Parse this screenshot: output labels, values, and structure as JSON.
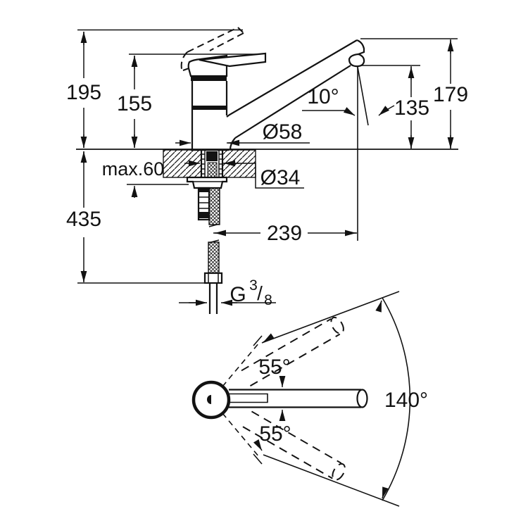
{
  "style": {
    "ink": "#121212",
    "paper": "#ffffff"
  },
  "side_view": {
    "title": "faucet side elevation with installation dimensions",
    "dims": {
      "lever_raised_height": "195",
      "body_top_height": "155",
      "max_deck_thickness": "max.60",
      "under_deck_length": "435",
      "spout_tilt": "10°",
      "outlet_height": "135",
      "spout_tip_height": "179",
      "base_diameter": "Ø58",
      "shank_diameter": "Ø34",
      "spout_reach": "239",
      "thread_g": "G",
      "thread_num": "3",
      "thread_slash": "/",
      "thread_den": "8"
    }
  },
  "top_view": {
    "title": "swivel range plan view",
    "swivel_upper": "55°",
    "swivel_lower": "55°",
    "swivel_total": "140°"
  }
}
